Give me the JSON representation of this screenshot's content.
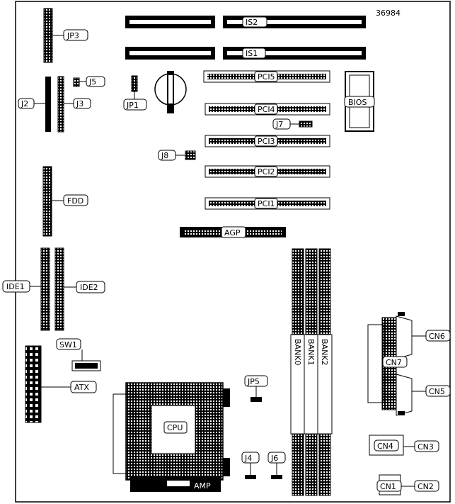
{
  "diagram": {
    "id_number": "36984",
    "labels": {
      "jp3": "JP3",
      "j2": "J2",
      "j3": "J3",
      "j5": "J5",
      "jp1": "JP1",
      "is2": "IS2",
      "is1": "IS1",
      "pci5": "PCI5",
      "pci4": "PCI4",
      "pci3": "PCI3",
      "pci2": "PCI2",
      "pci1": "PCI1",
      "bios": "BIOS",
      "j7": "J7",
      "j8": "J8",
      "fdd": "FDD",
      "agp": "AGP",
      "ide1": "IDE1",
      "ide2": "IDE2",
      "sw1": "SW1",
      "atx": "ATX",
      "jp5": "JP5",
      "cpu": "CPU",
      "j4": "J4",
      "j6": "J6",
      "amp": "AMP",
      "bank0": "BANK0",
      "bank1": "BANK1",
      "bank2": "BANK2",
      "cn6": "CN6",
      "cn7": "CN7",
      "cn5": "CN5",
      "cn4": "CN4",
      "cn3": "CN3",
      "cn1": "CN1",
      "cn2": "CN2"
    }
  }
}
